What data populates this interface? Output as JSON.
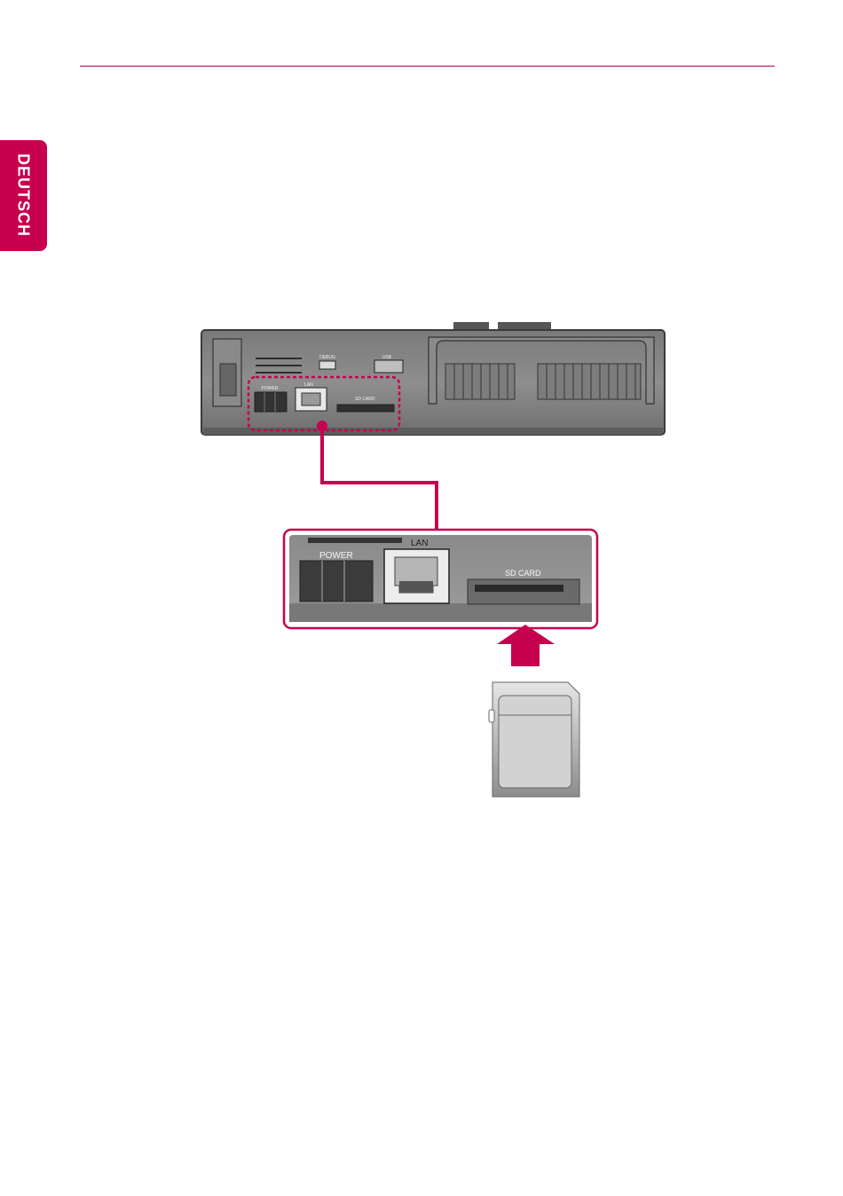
{
  "page": {
    "language_tab": "DEUTSCH",
    "accent_color": "#c6004f"
  },
  "device": {
    "port_labels": {
      "debug": "DEBUG",
      "usb": "USB",
      "power": "POWER",
      "lan": "LAN",
      "sd_card": "SD CARD"
    }
  },
  "detail": {
    "power_label": "POWER",
    "lan_label": "LAN",
    "sd_card_label": "SD CARD"
  },
  "icons": {
    "arrow": "arrow-up-icon",
    "card": "sd-card-icon"
  }
}
